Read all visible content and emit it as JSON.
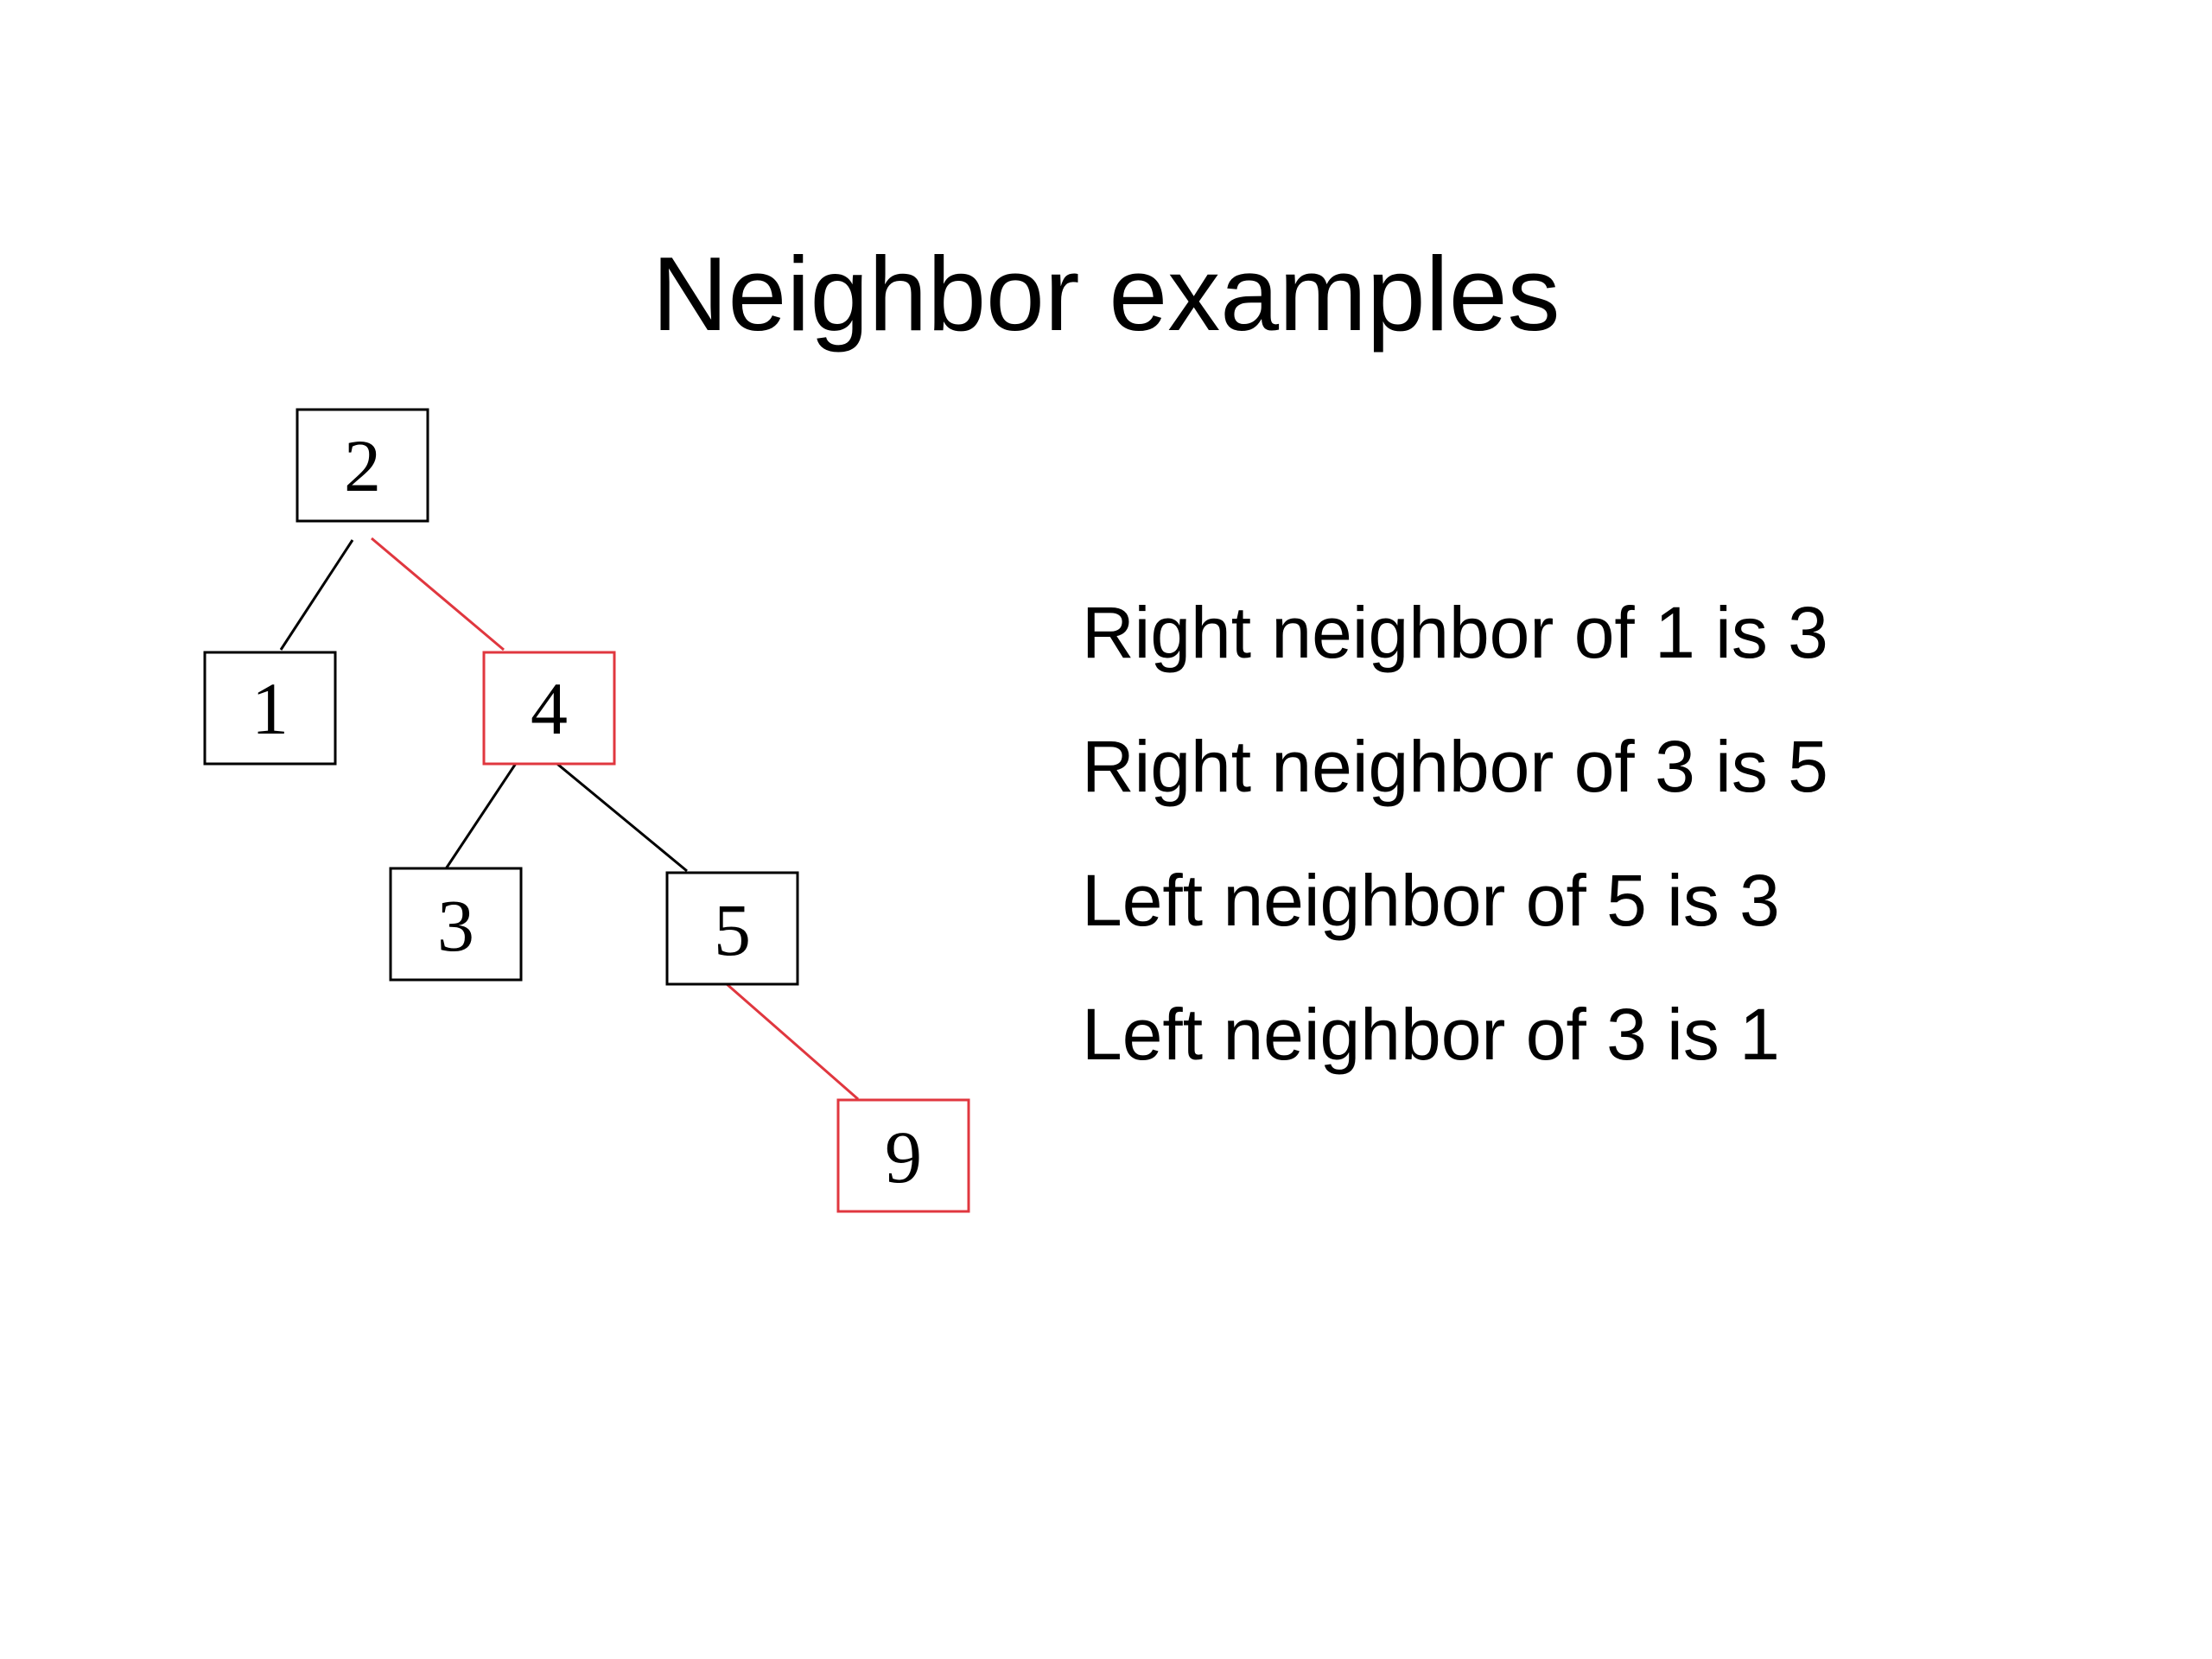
{
  "title": "Neighbor examples",
  "colors": {
    "normal": "#000000",
    "highlight": "#e0373f"
  },
  "tree": {
    "nodes": [
      {
        "id": "n2",
        "label": "2",
        "highlighted": false
      },
      {
        "id": "n1",
        "label": "1",
        "highlighted": false
      },
      {
        "id": "n4",
        "label": "4",
        "highlighted": true
      },
      {
        "id": "n3",
        "label": "3",
        "highlighted": false
      },
      {
        "id": "n5",
        "label": "5",
        "highlighted": false
      },
      {
        "id": "n9",
        "label": "9",
        "highlighted": true
      }
    ],
    "edges": [
      {
        "from": "2",
        "to": "1",
        "highlighted": false
      },
      {
        "from": "2",
        "to": "4",
        "highlighted": true
      },
      {
        "from": "4",
        "to": "3",
        "highlighted": false
      },
      {
        "from": "4",
        "to": "5",
        "highlighted": false
      },
      {
        "from": "5",
        "to": "9",
        "highlighted": true
      }
    ]
  },
  "notes": [
    "Right neighbor of 1 is 3",
    "Right neighbor of 3 is 5",
    "Left neighbor of 5 is 3",
    "Left neighbor of 3 is 1"
  ]
}
